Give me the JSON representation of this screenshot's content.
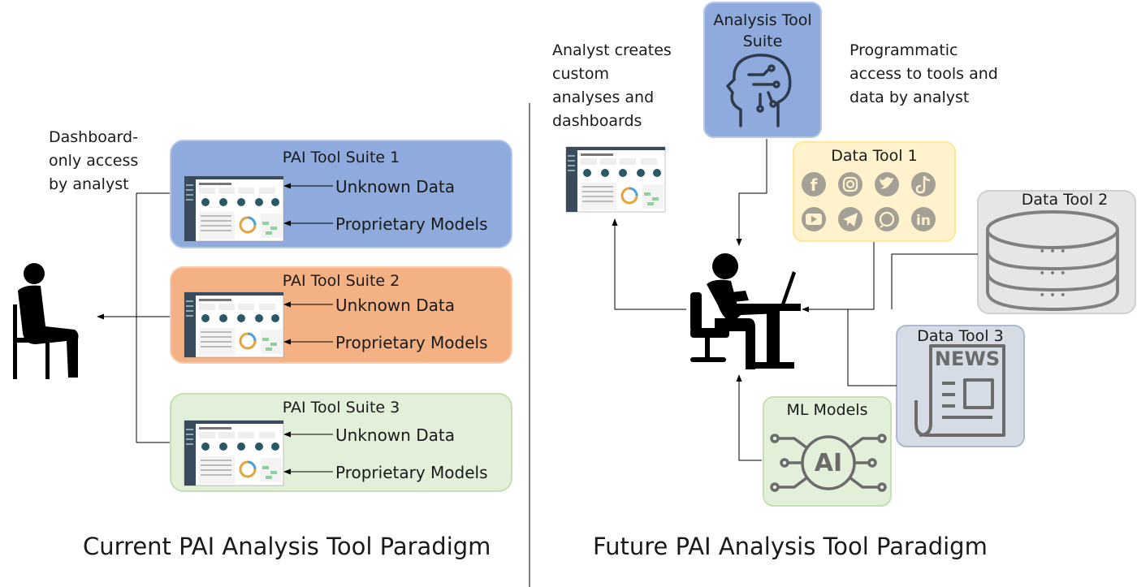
{
  "left": {
    "analyst_note": "Dashboard-\nonly access\nby analyst",
    "suites": [
      {
        "title": "PAI Tool Suite 1",
        "data_label": "Unknown Data",
        "model_label": "Proprietary Models",
        "fill": "#8faadc",
        "stroke": "#b4c7e7"
      },
      {
        "title": "PAI Tool Suite 2",
        "data_label": "Unknown Data",
        "model_label": "Proprietary Models",
        "fill": "#f4b183",
        "stroke": "#f8cbad"
      },
      {
        "title": "PAI Tool Suite 3",
        "data_label": "Unknown Data",
        "model_label": "Proprietary Models",
        "fill": "#e2f0d9",
        "stroke": "#c5e0b4"
      }
    ],
    "caption": "Current PAI Analysis Tool Paradigm"
  },
  "right": {
    "analysis_suite": {
      "title": "Analysis Tool\nSuite",
      "fill": "#8faadc"
    },
    "analyst_note": "Analyst creates\ncustom\nanalyses and\ndashboards",
    "programmatic_note": "Programmatic\naccess to tools and\ndata by analyst",
    "data_tool_1": {
      "title": "Data Tool 1",
      "fill": "#fff2cc",
      "icons": [
        "facebook-icon",
        "instagram-icon",
        "twitter-icon",
        "tiktok-icon",
        "youtube-icon",
        "telegram-icon",
        "whatsapp-icon",
        "linkedin-icon"
      ]
    },
    "data_tool_2": {
      "title": "Data Tool 2",
      "fill": "#e7e6e6",
      "icon": "database-icon"
    },
    "data_tool_3": {
      "title": "Data Tool 3",
      "fill": "#d6dce5",
      "icon": "newspaper-icon",
      "icon_text": "NEWS"
    },
    "ml_models": {
      "title": "ML Models",
      "fill": "#e2f0d9",
      "icon": "ai-chip-icon",
      "icon_text": "AI"
    },
    "caption": "Future PAI Analysis Tool Paradigm"
  }
}
